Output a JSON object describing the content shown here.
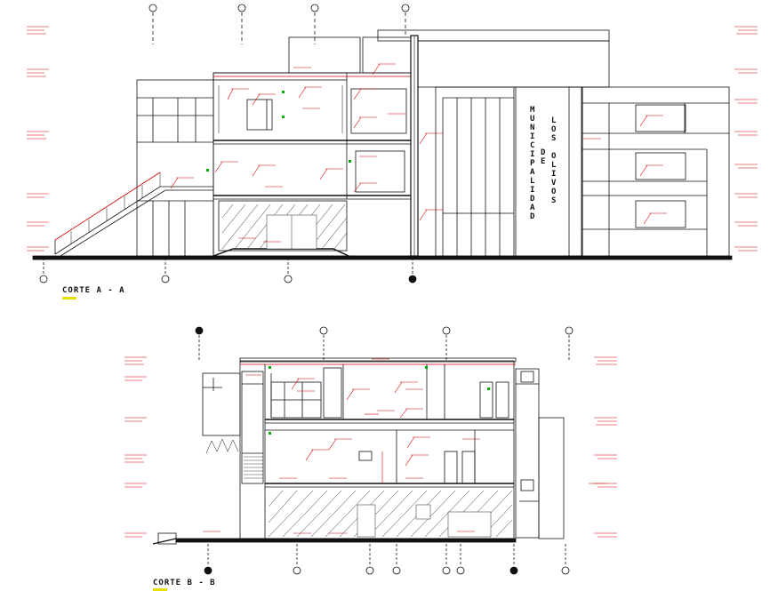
{
  "sections": [
    {
      "title": "CORTE A - A",
      "key": "a"
    },
    {
      "title": "CORTE B - B",
      "key": "b"
    }
  ],
  "signage": {
    "vertical_text": [
      "MUNICIPALIDAD",
      "DE",
      "LOS OLIVOS"
    ]
  },
  "colors": {
    "line": "#111111",
    "annotation": "#d40000",
    "accent_green": "#00b000",
    "title_highlight": "#e8e000"
  }
}
